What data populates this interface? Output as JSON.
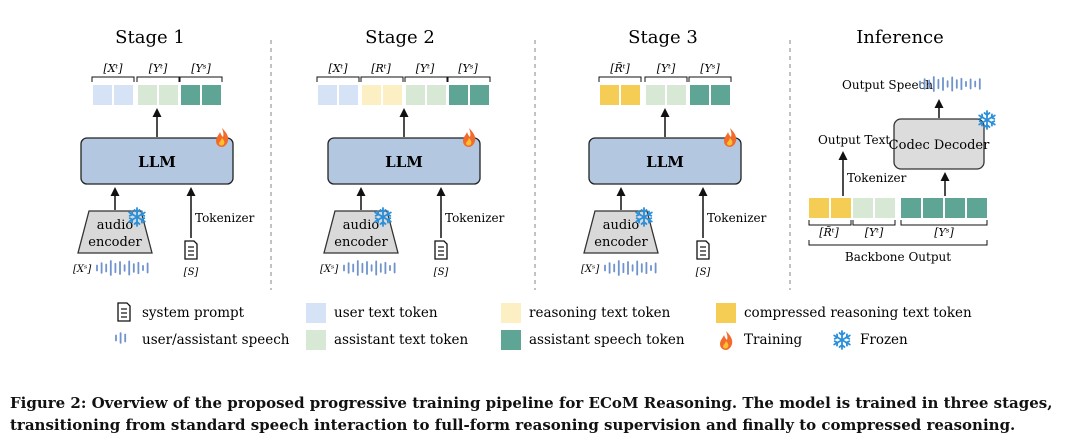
{
  "stages": [
    {
      "title": "Stage 1",
      "llm": "LLM",
      "encoder": [
        "audio",
        "encoder"
      ],
      "tokenizer": "Tokenizer",
      "token_groups": [
        "[Xᵗ]",
        "[Yᵗ]",
        "[Yˢ]"
      ],
      "speech_input": "[Xˢ]",
      "prompt_input": "[S]"
    },
    {
      "title": "Stage 2",
      "llm": "LLM",
      "encoder": [
        "audio",
        "encoder"
      ],
      "tokenizer": "Tokenizer",
      "token_groups": [
        "[Xᵗ]",
        "[Rᵗ]",
        "[Yᵗ]",
        "[Yˢ]"
      ],
      "speech_input": "[Xˢ]",
      "prompt_input": "[S]"
    },
    {
      "title": "Stage 3",
      "llm": "LLM",
      "encoder": [
        "audio",
        "encoder"
      ],
      "tokenizer": "Tokenizer",
      "token_groups": [
        "[R̃ᵗ]",
        "[Yᵗ]",
        "[Yˢ]"
      ],
      "speech_input": "[Xˢ]",
      "prompt_input": "[S]"
    }
  ],
  "inference": {
    "title": "Inference",
    "output_speech": "Output Speech",
    "output_text": "Output Text",
    "tokenizer": "Tokenizer",
    "codec_decoder": "Codec Decoder",
    "token_groups": [
      "[R̃ᵗ]",
      "[Yᵗ]",
      "[Yˢ]"
    ],
    "backbone_output": "Backbone Output"
  },
  "legend": {
    "system_prompt": "system prompt",
    "speech": "user/assistant speech",
    "user_text_token": "user text token",
    "assistant_text_token": "assistant text token",
    "reasoning_text_token": "reasoning text token",
    "assistant_speech_token": "assistant speech token",
    "compressed_reasoning_text_token": "compressed reasoning text token",
    "training": "Training",
    "frozen": "Frozen"
  },
  "colors": {
    "user_text": "#d6e2f5",
    "assistant_text": "#d7e8d4",
    "reasoning_text": "#fcefc4",
    "speech_token": "#5fa596",
    "compressed_reasoning": "#f6cd54",
    "llm_box": "#b3c8e0",
    "encoder_box": "#d9d9d9",
    "codec_box": "#dcdcdc",
    "waveform": "#6f93cc",
    "flame": "#f26a2c",
    "snowflake": "#2a8fd9"
  },
  "caption": "Figure 2: Overview of the proposed progressive training pipeline for ECoM Reasoning. The model is trained in three stages, transitioning from standard speech interaction to full-form reasoning supervision and finally to compressed reasoning."
}
